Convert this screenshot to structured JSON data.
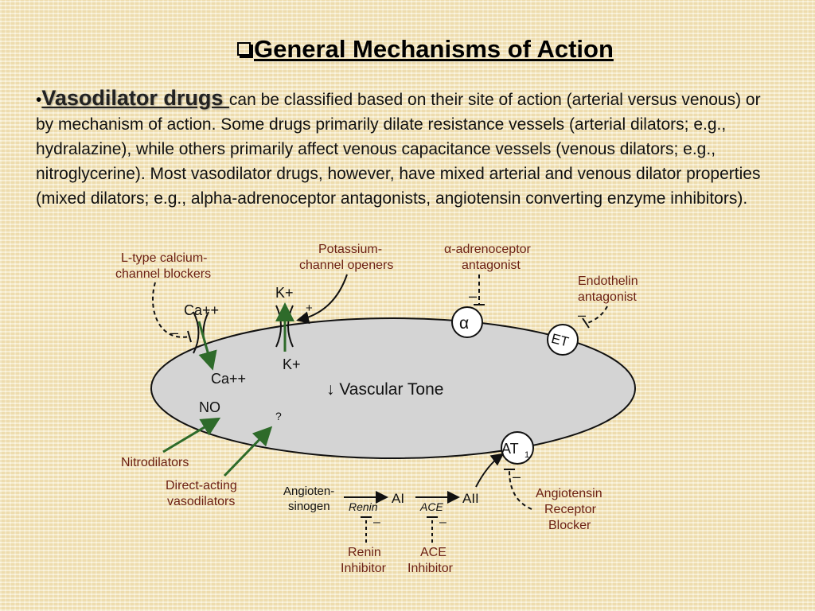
{
  "slide": {
    "title": "General Mechanisms of Action",
    "bullet": "•",
    "term": "Vasodilator drugs ",
    "body": "can be classified based on their site of action (arterial versus venous) or by mechanism of action. Some drugs primarily dilate resistance vessels (arterial dilators; e.g., hydralazine), while others primarily affect venous capacitance vessels (venous dilators; e.g., nitroglycerine). Most vasodilator drugs, however, have mixed arterial and venous dilator properties (mixed dilators; e.g., alpha-adrenoceptor antagonists, angiotensin converting enzyme inhibitors)."
  },
  "diagram": {
    "center": "↓ Vascular Tone",
    "ca_out": "Ca++",
    "ca_in": "Ca++",
    "k_out": "K+",
    "k_in": "K+",
    "no": "NO",
    "question": "?",
    "alpha": "α",
    "et": "ET",
    "at1_main": "AT",
    "at1_sub": "1",
    "lcc_1": "L-type calcium-",
    "lcc_2": "channel blockers",
    "kco_1": "Potassium-",
    "kco_2": "channel openers",
    "aa_1": "α-adrenoceptor",
    "aa_2": "antagonist",
    "ea_1": "Endothelin",
    "ea_2": "antagonist",
    "nitro": "Nitrodilators",
    "dav_1": "Direct-acting",
    "dav_2": "vasodilators",
    "ang_1": "Angioten-",
    "ang_2": "sinogen",
    "renin": "Renin",
    "ace": "ACE",
    "ai": "AI",
    "aii": "AII",
    "ri_1": "Renin",
    "ri_2": "Inhibitor",
    "acei_1": "ACE",
    "acei_2": "Inhibitor",
    "arb_1": "Angiotensin",
    "arb_2": "Receptor",
    "arb_3": "Blocker",
    "minus": "–",
    "plus": "+"
  },
  "colors": {
    "cell_fill": "#d4d4d4",
    "label": "#6b1f12",
    "arrow_green": "#2e6b2a"
  }
}
